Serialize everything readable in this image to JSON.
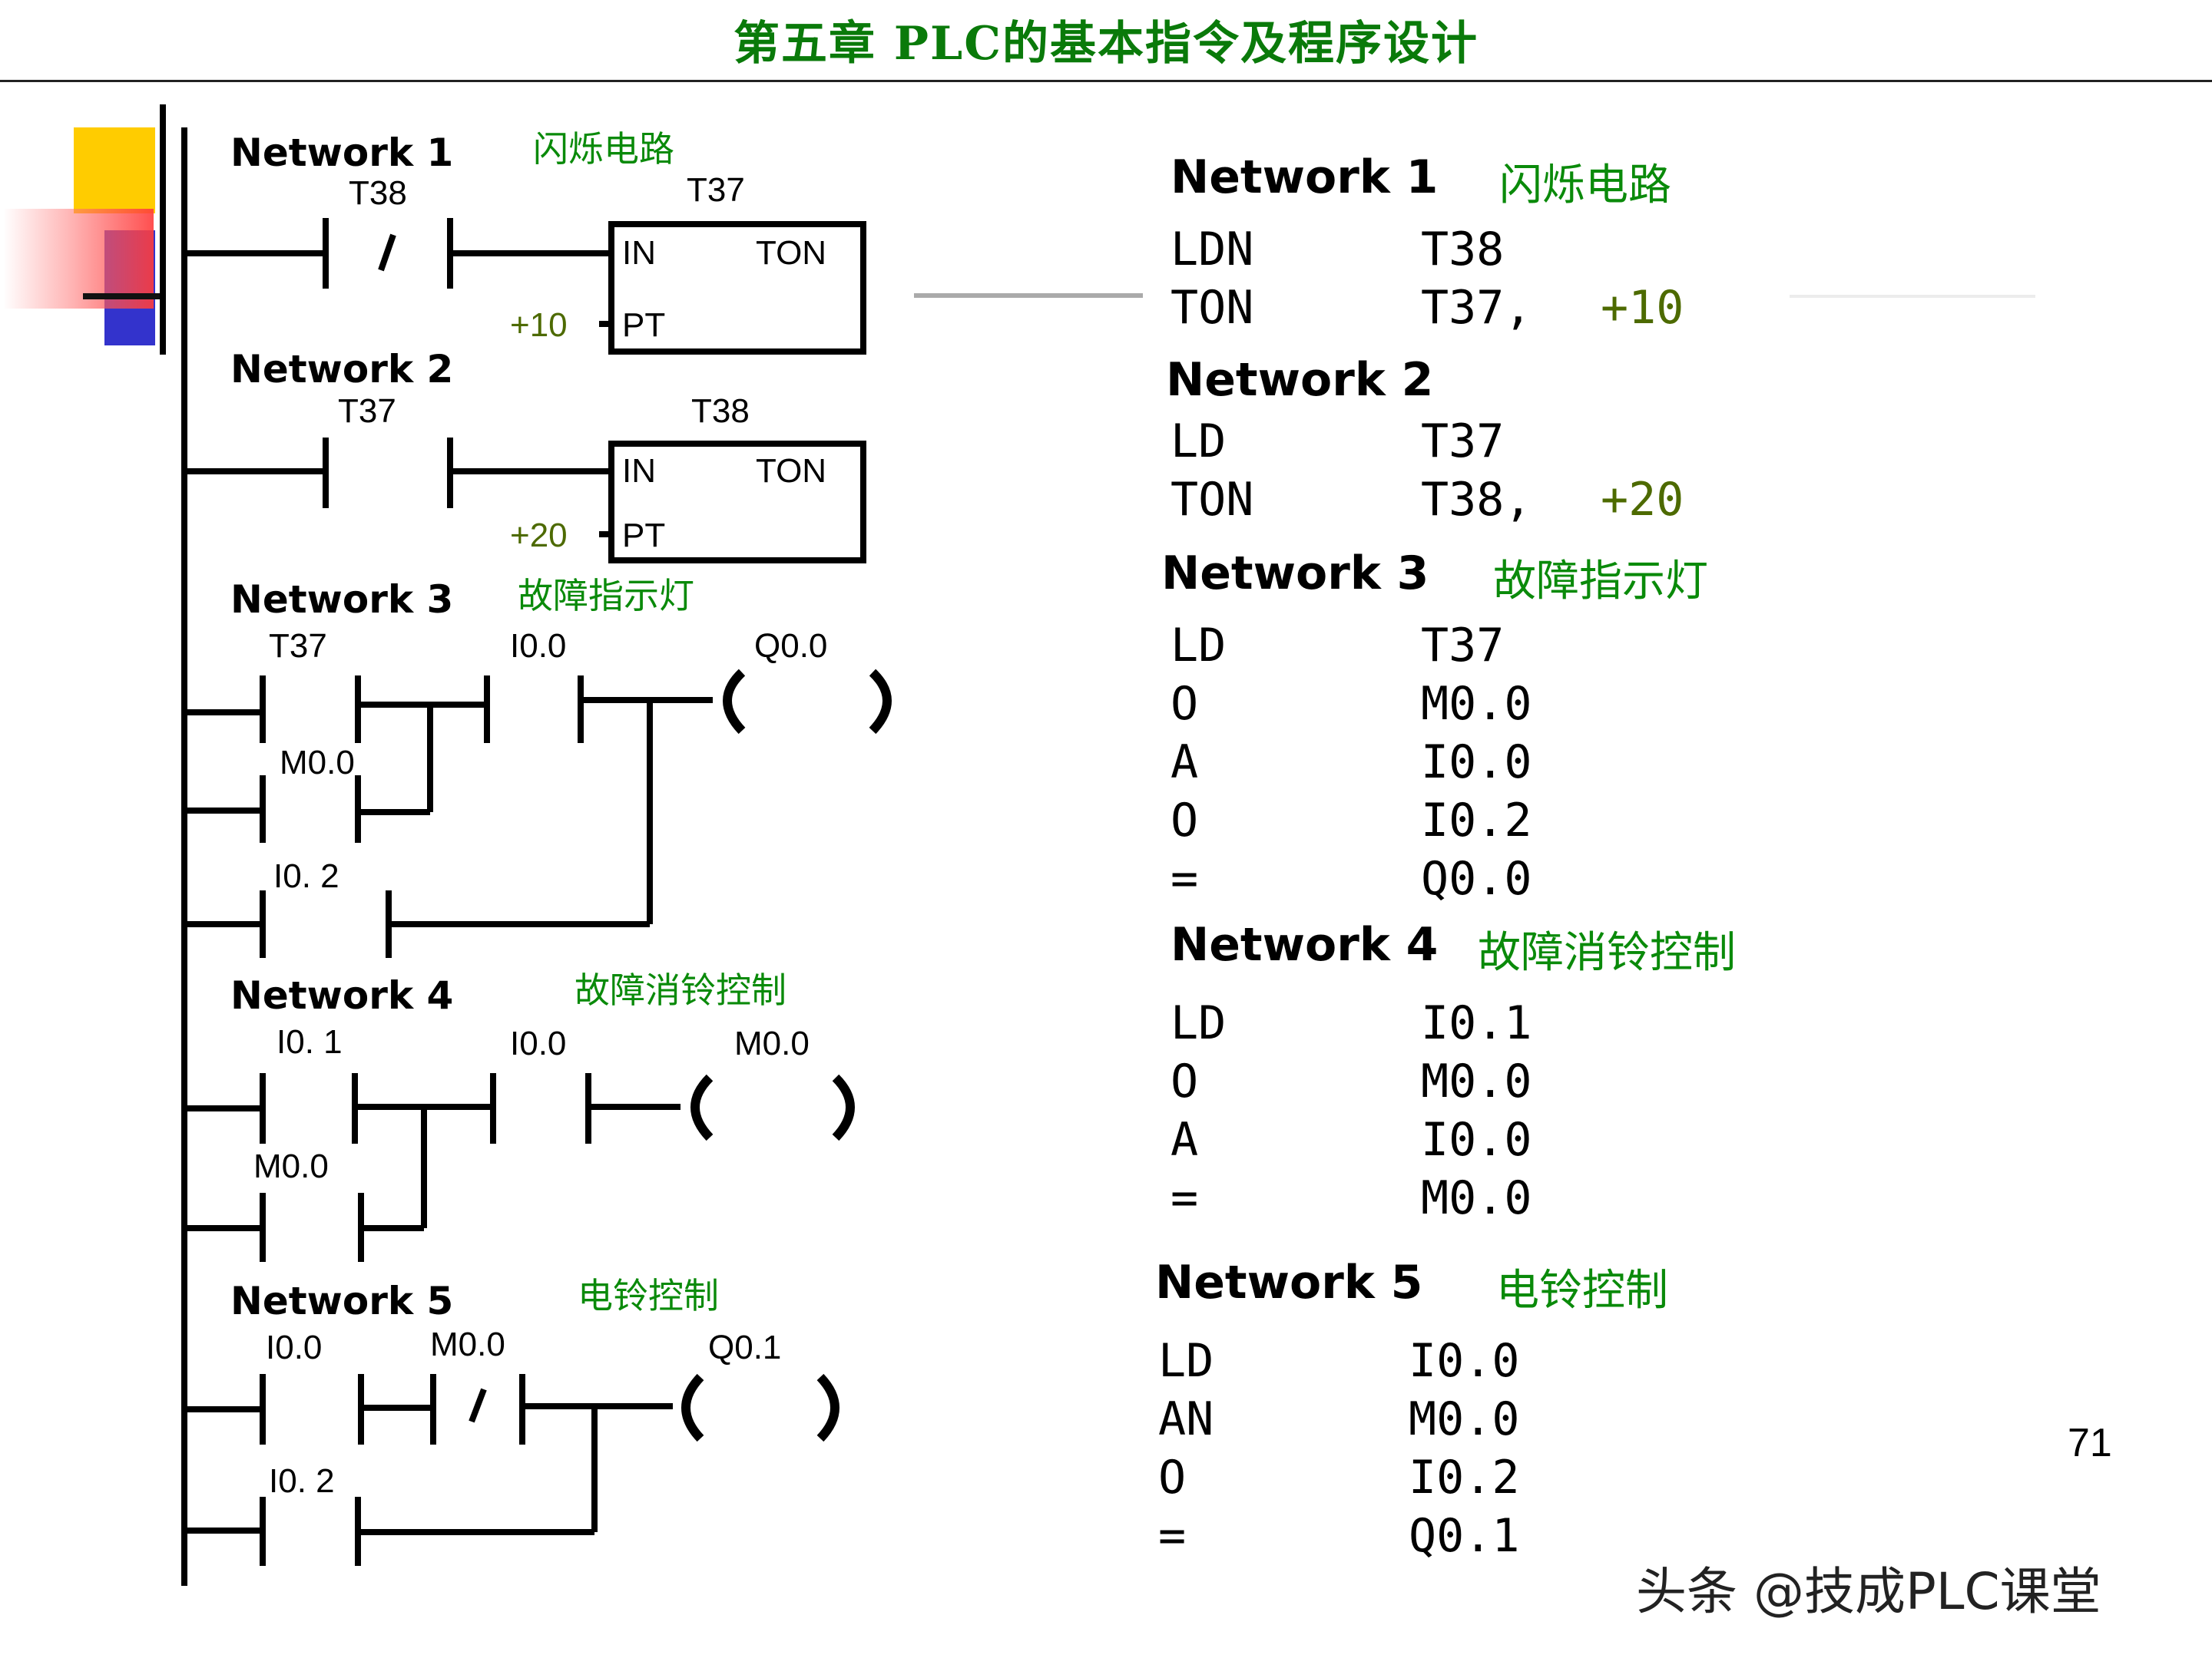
{
  "header": {
    "title": "第五章    PLC的基本指令及程序设计"
  },
  "ladder": {
    "networks": [
      {
        "title": "Network 1",
        "comment": "闪烁电路",
        "contact": "T38",
        "timer": "T37",
        "in_label": "IN",
        "type_label": "TON",
        "pt_label": "PT",
        "preset": "+10"
      },
      {
        "title": "Network 2",
        "comment": "",
        "contact": "T37",
        "timer": "T38",
        "in_label": "IN",
        "type_label": "TON",
        "pt_label": "PT",
        "preset": "+20"
      },
      {
        "title": "Network 3",
        "comment": "故障指示灯",
        "contact_a": "T37",
        "contact_b": "M0.0",
        "contact_c": "I0. 2",
        "contact_d": "I0.0",
        "coil": "Q0.0"
      },
      {
        "title": "Network 4",
        "comment": "故障消铃控制",
        "contact_a": "I0. 1",
        "contact_b": "M0.0",
        "contact_d": "I0.0",
        "coil": "M0.0"
      },
      {
        "title": "Network 5",
        "comment": "电铃控制",
        "contact_a": "I0.0",
        "contact_b": "M0.0",
        "contact_c": "I0. 2",
        "coil": "Q0.1"
      }
    ]
  },
  "instructions": {
    "networks": [
      {
        "title": "Network 1",
        "comment": "闪烁电路",
        "lines": [
          {
            "op": "LDN",
            "arg": "T38",
            "val": ""
          },
          {
            "op": "TON",
            "arg": "T37,",
            "val": "+10"
          }
        ]
      },
      {
        "title": "Network 2",
        "comment": "",
        "lines": [
          {
            "op": "LD",
            "arg": "T37",
            "val": ""
          },
          {
            "op": "TON",
            "arg": "T38,",
            "val": "+20"
          }
        ]
      },
      {
        "title": "Network 3",
        "comment": "故障指示灯",
        "lines": [
          {
            "op": "LD",
            "arg": "T37",
            "val": ""
          },
          {
            "op": "O",
            "arg": "M0.0",
            "val": ""
          },
          {
            "op": "A",
            "arg": "I0.0",
            "val": ""
          },
          {
            "op": "O",
            "arg": "I0.2",
            "val": ""
          },
          {
            "op": "=",
            "arg": "Q0.0",
            "val": ""
          }
        ]
      },
      {
        "title": "Network 4",
        "comment": "故障消铃控制",
        "lines": [
          {
            "op": "LD",
            "arg": "I0.1",
            "val": ""
          },
          {
            "op": "O",
            "arg": "M0.0",
            "val": ""
          },
          {
            "op": "A",
            "arg": "I0.0",
            "val": ""
          },
          {
            "op": "=",
            "arg": "M0.0",
            "val": ""
          }
        ]
      },
      {
        "title": "Network 5",
        "comment": "电铃控制",
        "lines": [
          {
            "op": "LD",
            "arg": "I0.0",
            "val": ""
          },
          {
            "op": "AN",
            "arg": "M0.0",
            "val": ""
          },
          {
            "op": "O",
            "arg": "I0.2",
            "val": ""
          },
          {
            "op": "=",
            "arg": "Q0.1",
            "val": ""
          }
        ]
      }
    ]
  },
  "footer": {
    "page_number": "71",
    "watermark": "头条 @技成PLC课堂"
  },
  "colors": {
    "comment": "#0a8a0a",
    "title": "#0a7a0a",
    "value": "#4d6a00",
    "deco_yellow": "#ffcc00",
    "deco_blue": "#3333cc",
    "deco_red": "#ff4444"
  }
}
